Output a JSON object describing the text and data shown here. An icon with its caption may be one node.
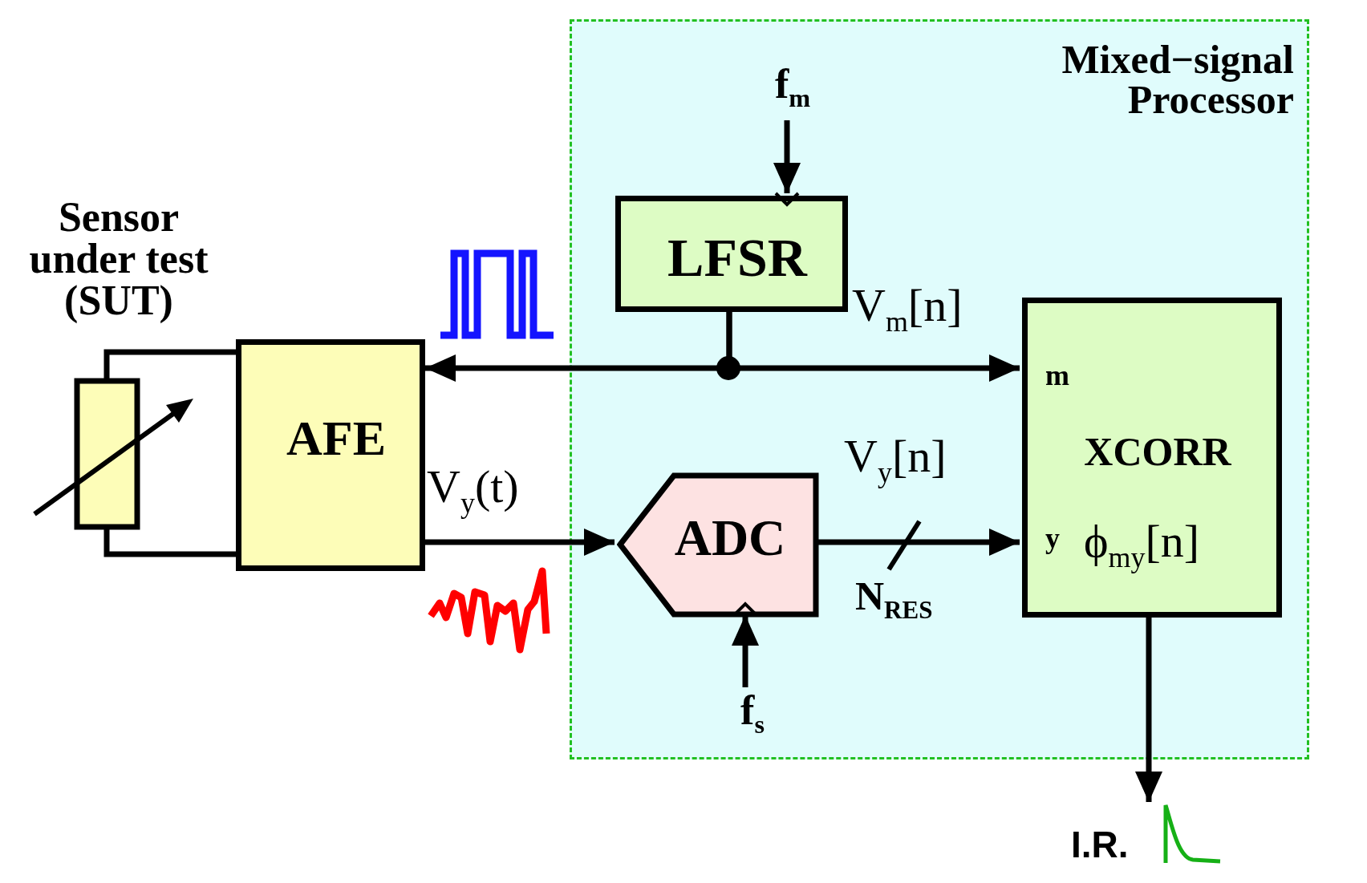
{
  "diagram": {
    "nodes": [
      {
        "text": [
          "Mixed−signal Processor"
        ]
      },
      {
        "text": [
          "Sensor under test (SUT)"
        ]
      },
      {
        "text": [
          "AFE"
        ]
      },
      {
        "text": [
          "f$_{m}$"
        ],
        "in": 0
      },
      {
        "text": [
          "LFSR"
        ],
        "in": 0
      },
      {
        "text": [
          "ADC"
        ],
        "in": 0
      },
      {
        "text": [
          "f$_{s}$"
        ],
        "in": 0
      },
      {
        "text": [
          "m",
          "XCORR",
          "y",
          "ϕ$_{my}$[n]"
        ],
        "in": 0
      },
      {
        "text": [
          "I.R."
        ]
      }
    ],
    "edges": [
      {
        "from": 3,
        "to": 4,
        "arrow": "to"
      },
      {
        "from": 4,
        "to": 2,
        "arrow": "to"
      },
      {
        "from": 4,
        "to": 7,
        "arrow": "to",
        "label": "V$_{m}$[n]"
      },
      {
        "from": 2,
        "to": 5,
        "arrow": "to",
        "label": "V$_{y}$(t)"
      },
      {
        "from": 5,
        "to": 7,
        "arrow": "to",
        "label": "V$_{y}$[n]"
      },
      {
        "from": 6,
        "to": 5,
        "arrow": "to"
      },
      {
        "from": 7,
        "to": 8,
        "arrow": "to"
      },
      {
        "from": 1,
        "to": 2,
        "arrow": "none"
      },
      {
        "from": 1,
        "to": 2,
        "arrow": "none"
      }
    ],
    "labels": [
      "N$_{RES}$"
    ]
  }
}
